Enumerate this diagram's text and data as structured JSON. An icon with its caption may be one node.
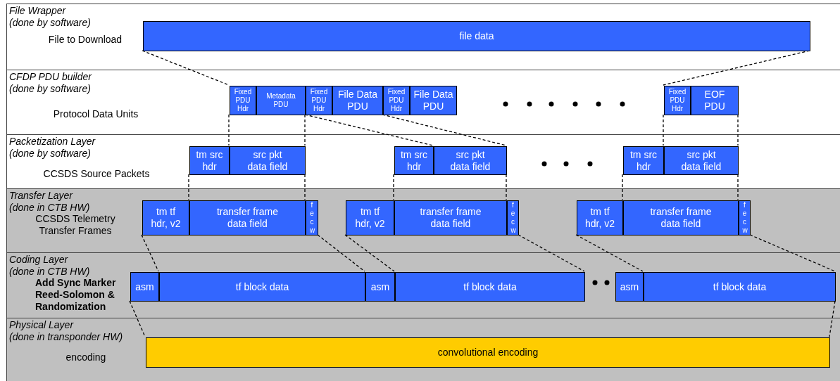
{
  "diagram": {
    "nodes": [
      {
        "text": [
          "File Wrapper",
          "(done by software)",
          "File to Download"
        ]
      },
      {
        "text": [
          "file data"
        ],
        "in": 0
      },
      {
        "text": [
          "CFDP PDU builder",
          "(done by software)",
          "Protocol Data Units"
        ]
      },
      {
        "text": [
          "Fixed PDU Hdr"
        ],
        "in": 2
      },
      {
        "text": [
          "Metadata PDU"
        ],
        "in": 2
      },
      {
        "text": [
          "Fixed PDU Hdr"
        ],
        "in": 2
      },
      {
        "text": [
          "File Data PDU"
        ],
        "in": 2
      },
      {
        "text": [
          "Fixed PDU Hdr"
        ],
        "in": 2
      },
      {
        "text": [
          "File Data PDU"
        ],
        "in": 2
      },
      {
        "text": [
          "Fixed PDU Hdr"
        ],
        "in": 2
      },
      {
        "text": [
          "EOF PDU"
        ],
        "in": 2
      },
      {
        "text": [
          "Packetization Layer",
          "(done by software)",
          "CCSDS Source Packets"
        ]
      },
      {
        "text": [
          "tm src hdr"
        ],
        "in": 11
      },
      {
        "text": [
          "src pkt data field"
        ],
        "in": 11
      },
      {
        "text": [
          "tm src hdr"
        ],
        "in": 11
      },
      {
        "text": [
          "src pkt data field"
        ],
        "in": 11
      },
      {
        "text": [
          "tm src hdr"
        ],
        "in": 11
      },
      {
        "text": [
          "src pkt data field"
        ],
        "in": 11
      },
      {
        "text": [
          "Transfer Layer",
          "(done in CTB HW)",
          "CCSDS Telemetry Transfer Frames"
        ]
      },
      {
        "text": [
          "tm tf hdr, v2"
        ],
        "in": 18
      },
      {
        "text": [
          "transfer frame data field"
        ],
        "in": 18
      },
      {
        "text": [
          "f e c w"
        ],
        "in": 18
      },
      {
        "text": [
          "tm tf hdr, v2"
        ],
        "in": 18
      },
      {
        "text": [
          "transfer frame data field"
        ],
        "in": 18
      },
      {
        "text": [
          "f e c w"
        ],
        "in": 18
      },
      {
        "text": [
          "tm tf hdr, v2"
        ],
        "in": 18
      },
      {
        "text": [
          "transfer frame data field"
        ],
        "in": 18
      },
      {
        "text": [
          "f e c w"
        ],
        "in": 18
      },
      {
        "text": [
          "Coding Layer",
          "(done in CTB HW)",
          "Add Sync Marker Reed-Solomon & Randomization"
        ]
      },
      {
        "text": [
          "asm"
        ],
        "in": 28
      },
      {
        "text": [
          "tf block data"
        ],
        "in": 28
      },
      {
        "text": [
          "asm"
        ],
        "in": 28
      },
      {
        "text": [
          "tf block data"
        ],
        "in": 28
      },
      {
        "text": [
          "asm"
        ],
        "in": 28
      },
      {
        "text": [
          "tf block data"
        ],
        "in": 28
      },
      {
        "text": [
          "Physical Layer",
          "(done in transponder HW)",
          "encoding"
        ]
      },
      {
        "text": [
          "convolutional encoding"
        ],
        "in": 35
      }
    ],
    "edges": [
      {
        "from": 1,
        "to": 3,
        "arrow": "none",
        "style": "dashed"
      },
      {
        "from": 1,
        "to": 9,
        "arrow": "none",
        "style": "dashed"
      },
      {
        "from": 3,
        "to": 13,
        "arrow": "none",
        "style": "dashed"
      },
      {
        "from": 4,
        "to": 13,
        "arrow": "none",
        "style": "dashed"
      },
      {
        "from": 5,
        "to": 15,
        "arrow": "none",
        "style": "dashed"
      },
      {
        "from": 7,
        "to": 15,
        "arrow": "none",
        "style": "dashed"
      },
      {
        "from": 9,
        "to": 17,
        "arrow": "none",
        "style": "dashed"
      },
      {
        "from": 10,
        "to": 17,
        "arrow": "none",
        "style": "dashed"
      },
      {
        "from": 12,
        "to": 20,
        "arrow": "none",
        "style": "dashed"
      },
      {
        "from": 13,
        "to": 20,
        "arrow": "none",
        "style": "dashed"
      },
      {
        "from": 14,
        "to": 23,
        "arrow": "none",
        "style": "dashed"
      },
      {
        "from": 15,
        "to": 23,
        "arrow": "none",
        "style": "dashed"
      },
      {
        "from": 16,
        "to": 26,
        "arrow": "none",
        "style": "dashed"
      },
      {
        "from": 17,
        "to": 26,
        "arrow": "none",
        "style": "dashed"
      },
      {
        "from": 19,
        "to": 30,
        "arrow": "none",
        "style": "dashed"
      },
      {
        "from": 21,
        "to": 30,
        "arrow": "none",
        "style": "dashed"
      },
      {
        "from": 22,
        "to": 32,
        "arrow": "none",
        "style": "dashed"
      },
      {
        "from": 24,
        "to": 32,
        "arrow": "none",
        "style": "dashed"
      },
      {
        "from": 25,
        "to": 34,
        "arrow": "none",
        "style": "dashed"
      },
      {
        "from": 27,
        "to": 34,
        "arrow": "none",
        "style": "dashed"
      },
      {
        "from": 29,
        "to": 36,
        "arrow": "none",
        "style": "dashed"
      },
      {
        "from": 34,
        "to": 36,
        "arrow": "none",
        "style": "dashed"
      }
    ]
  }
}
